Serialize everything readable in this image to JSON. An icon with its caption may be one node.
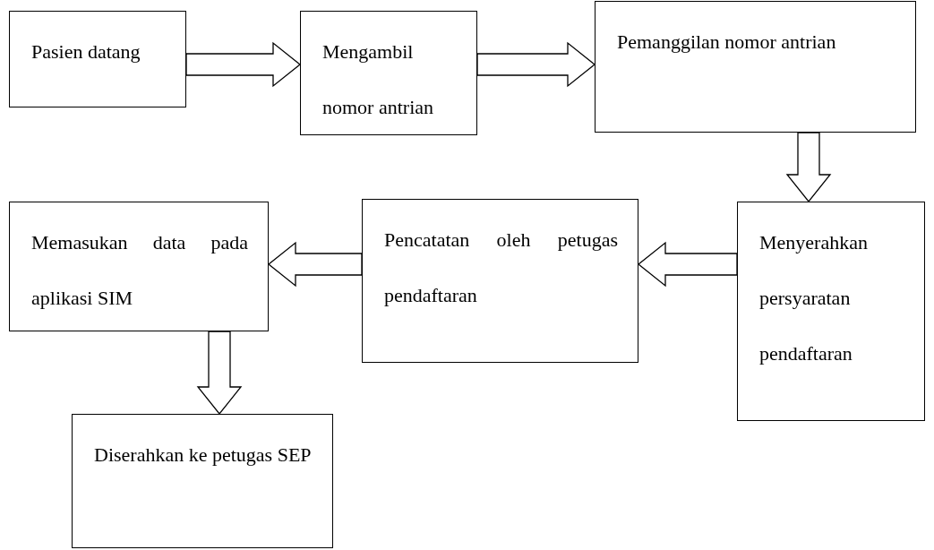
{
  "diagram": {
    "nodes": [
      {
        "text": [
          "Pasien datang"
        ]
      },
      {
        "text": [
          "Mengambil nomor antrian"
        ]
      },
      {
        "text": [
          "Pemanggilan nomor antrian"
        ]
      },
      {
        "text": [
          "Menyerahkan persyaratan pendaftaran"
        ]
      },
      {
        "text": [
          "Pencatatan oleh petugas pendaftaran"
        ]
      },
      {
        "text": [
          "Memasukan data pada aplikasi SIM"
        ]
      },
      {
        "text": [
          "Diserahkan ke petugas SEP"
        ]
      }
    ],
    "edges": [
      {
        "from": 0,
        "to": 1,
        "arrow": "to"
      },
      {
        "from": 1,
        "to": 2,
        "arrow": "to"
      },
      {
        "from": 2,
        "to": 3,
        "arrow": "to"
      },
      {
        "from": 3,
        "to": 4,
        "arrow": "to"
      },
      {
        "from": 4,
        "to": 5,
        "arrow": "to"
      },
      {
        "from": 5,
        "to": 6,
        "arrow": "to"
      }
    ]
  }
}
